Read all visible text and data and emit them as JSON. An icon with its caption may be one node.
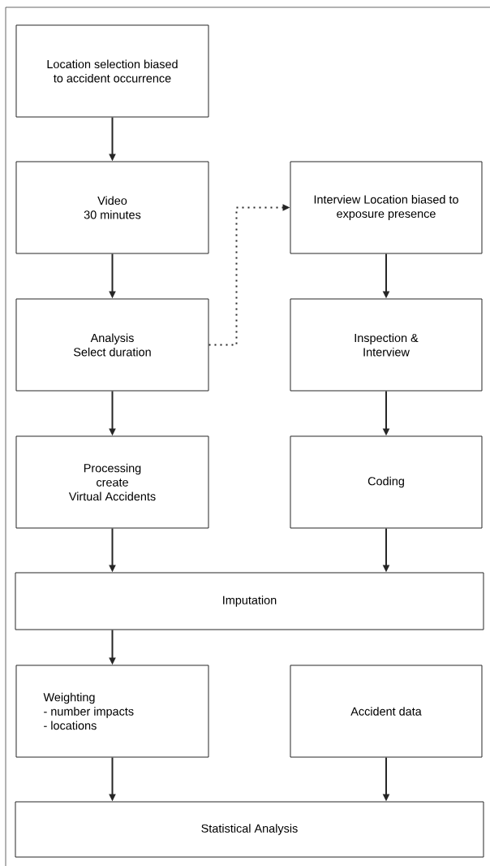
{
  "diagram": {
    "nodes": [
      {
        "text": [
          "Location selection biased to accident occurrence"
        ]
      },
      {
        "text": [
          "Video",
          "30 minutes"
        ]
      },
      {
        "text": [
          "Interview Location biased to exposure presence"
        ]
      },
      {
        "text": [
          "Analysis",
          "Select duration"
        ]
      },
      {
        "text": [
          "Inspection & Interview"
        ]
      },
      {
        "text": [
          "Processing",
          "create",
          "Virtual Accidents"
        ]
      },
      {
        "text": [
          "Coding"
        ]
      },
      {
        "text": [
          "Imputation"
        ]
      },
      {
        "text": [
          "Weighting",
          "- number impacts",
          "- locations"
        ]
      },
      {
        "text": [
          "Accident data"
        ]
      },
      {
        "text": [
          "Statistical Analysis"
        ]
      }
    ],
    "edges": [
      {
        "from": 0,
        "to": 1,
        "arrow": "to"
      },
      {
        "from": 1,
        "to": 3,
        "arrow": "to"
      },
      {
        "from": 3,
        "to": 2,
        "arrow": "to",
        "style": "dashed"
      },
      {
        "from": 2,
        "to": 4,
        "arrow": "to"
      },
      {
        "from": 3,
        "to": 5,
        "arrow": "to"
      },
      {
        "from": 4,
        "to": 6,
        "arrow": "to"
      },
      {
        "from": 5,
        "to": 7,
        "arrow": "to"
      },
      {
        "from": 6,
        "to": 7,
        "arrow": "to"
      },
      {
        "from": 7,
        "to": 8,
        "arrow": "to"
      },
      {
        "from": 8,
        "to": 10,
        "arrow": "to"
      },
      {
        "from": 9,
        "to": 10,
        "arrow": "to"
      }
    ]
  }
}
